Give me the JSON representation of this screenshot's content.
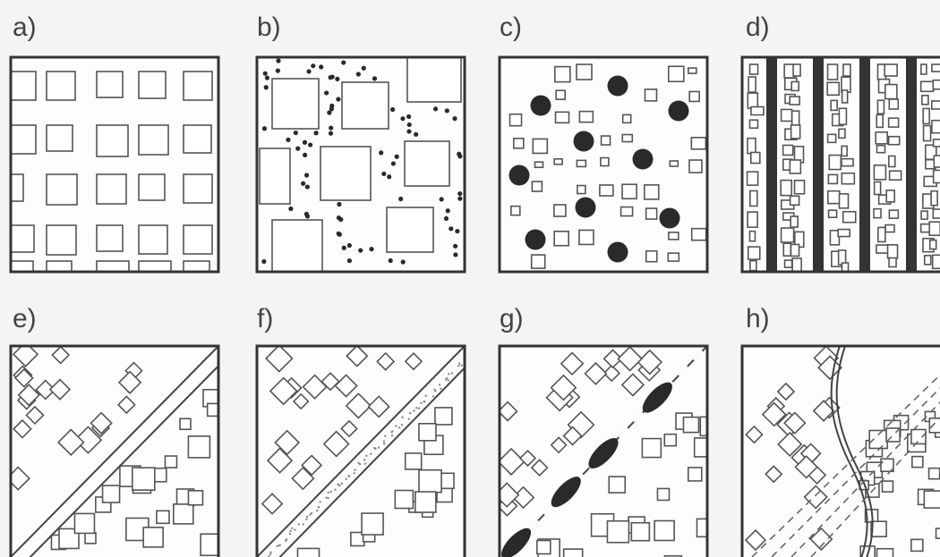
{
  "panels": [
    {
      "label": "a)",
      "kind": "grid-squares"
    },
    {
      "label": "b)",
      "kind": "large-squares-dotted-matrix"
    },
    {
      "label": "c)",
      "kind": "squares-with-dark-nodules"
    },
    {
      "label": "d)",
      "kind": "vertical-dark-bands"
    },
    {
      "label": "e)",
      "kind": "diagonal-contact-double-line"
    },
    {
      "label": "f)",
      "kind": "diagonal-contact-stippled-band"
    },
    {
      "label": "g)",
      "kind": "diagonal-contact-dark-lenses"
    },
    {
      "label": "h)",
      "kind": "curved-contact-dashed-zone"
    }
  ],
  "colors": {
    "ink": "#2a2a2a",
    "paper": "#f4f4f2",
    "box_fill": "#fdfdfb"
  }
}
